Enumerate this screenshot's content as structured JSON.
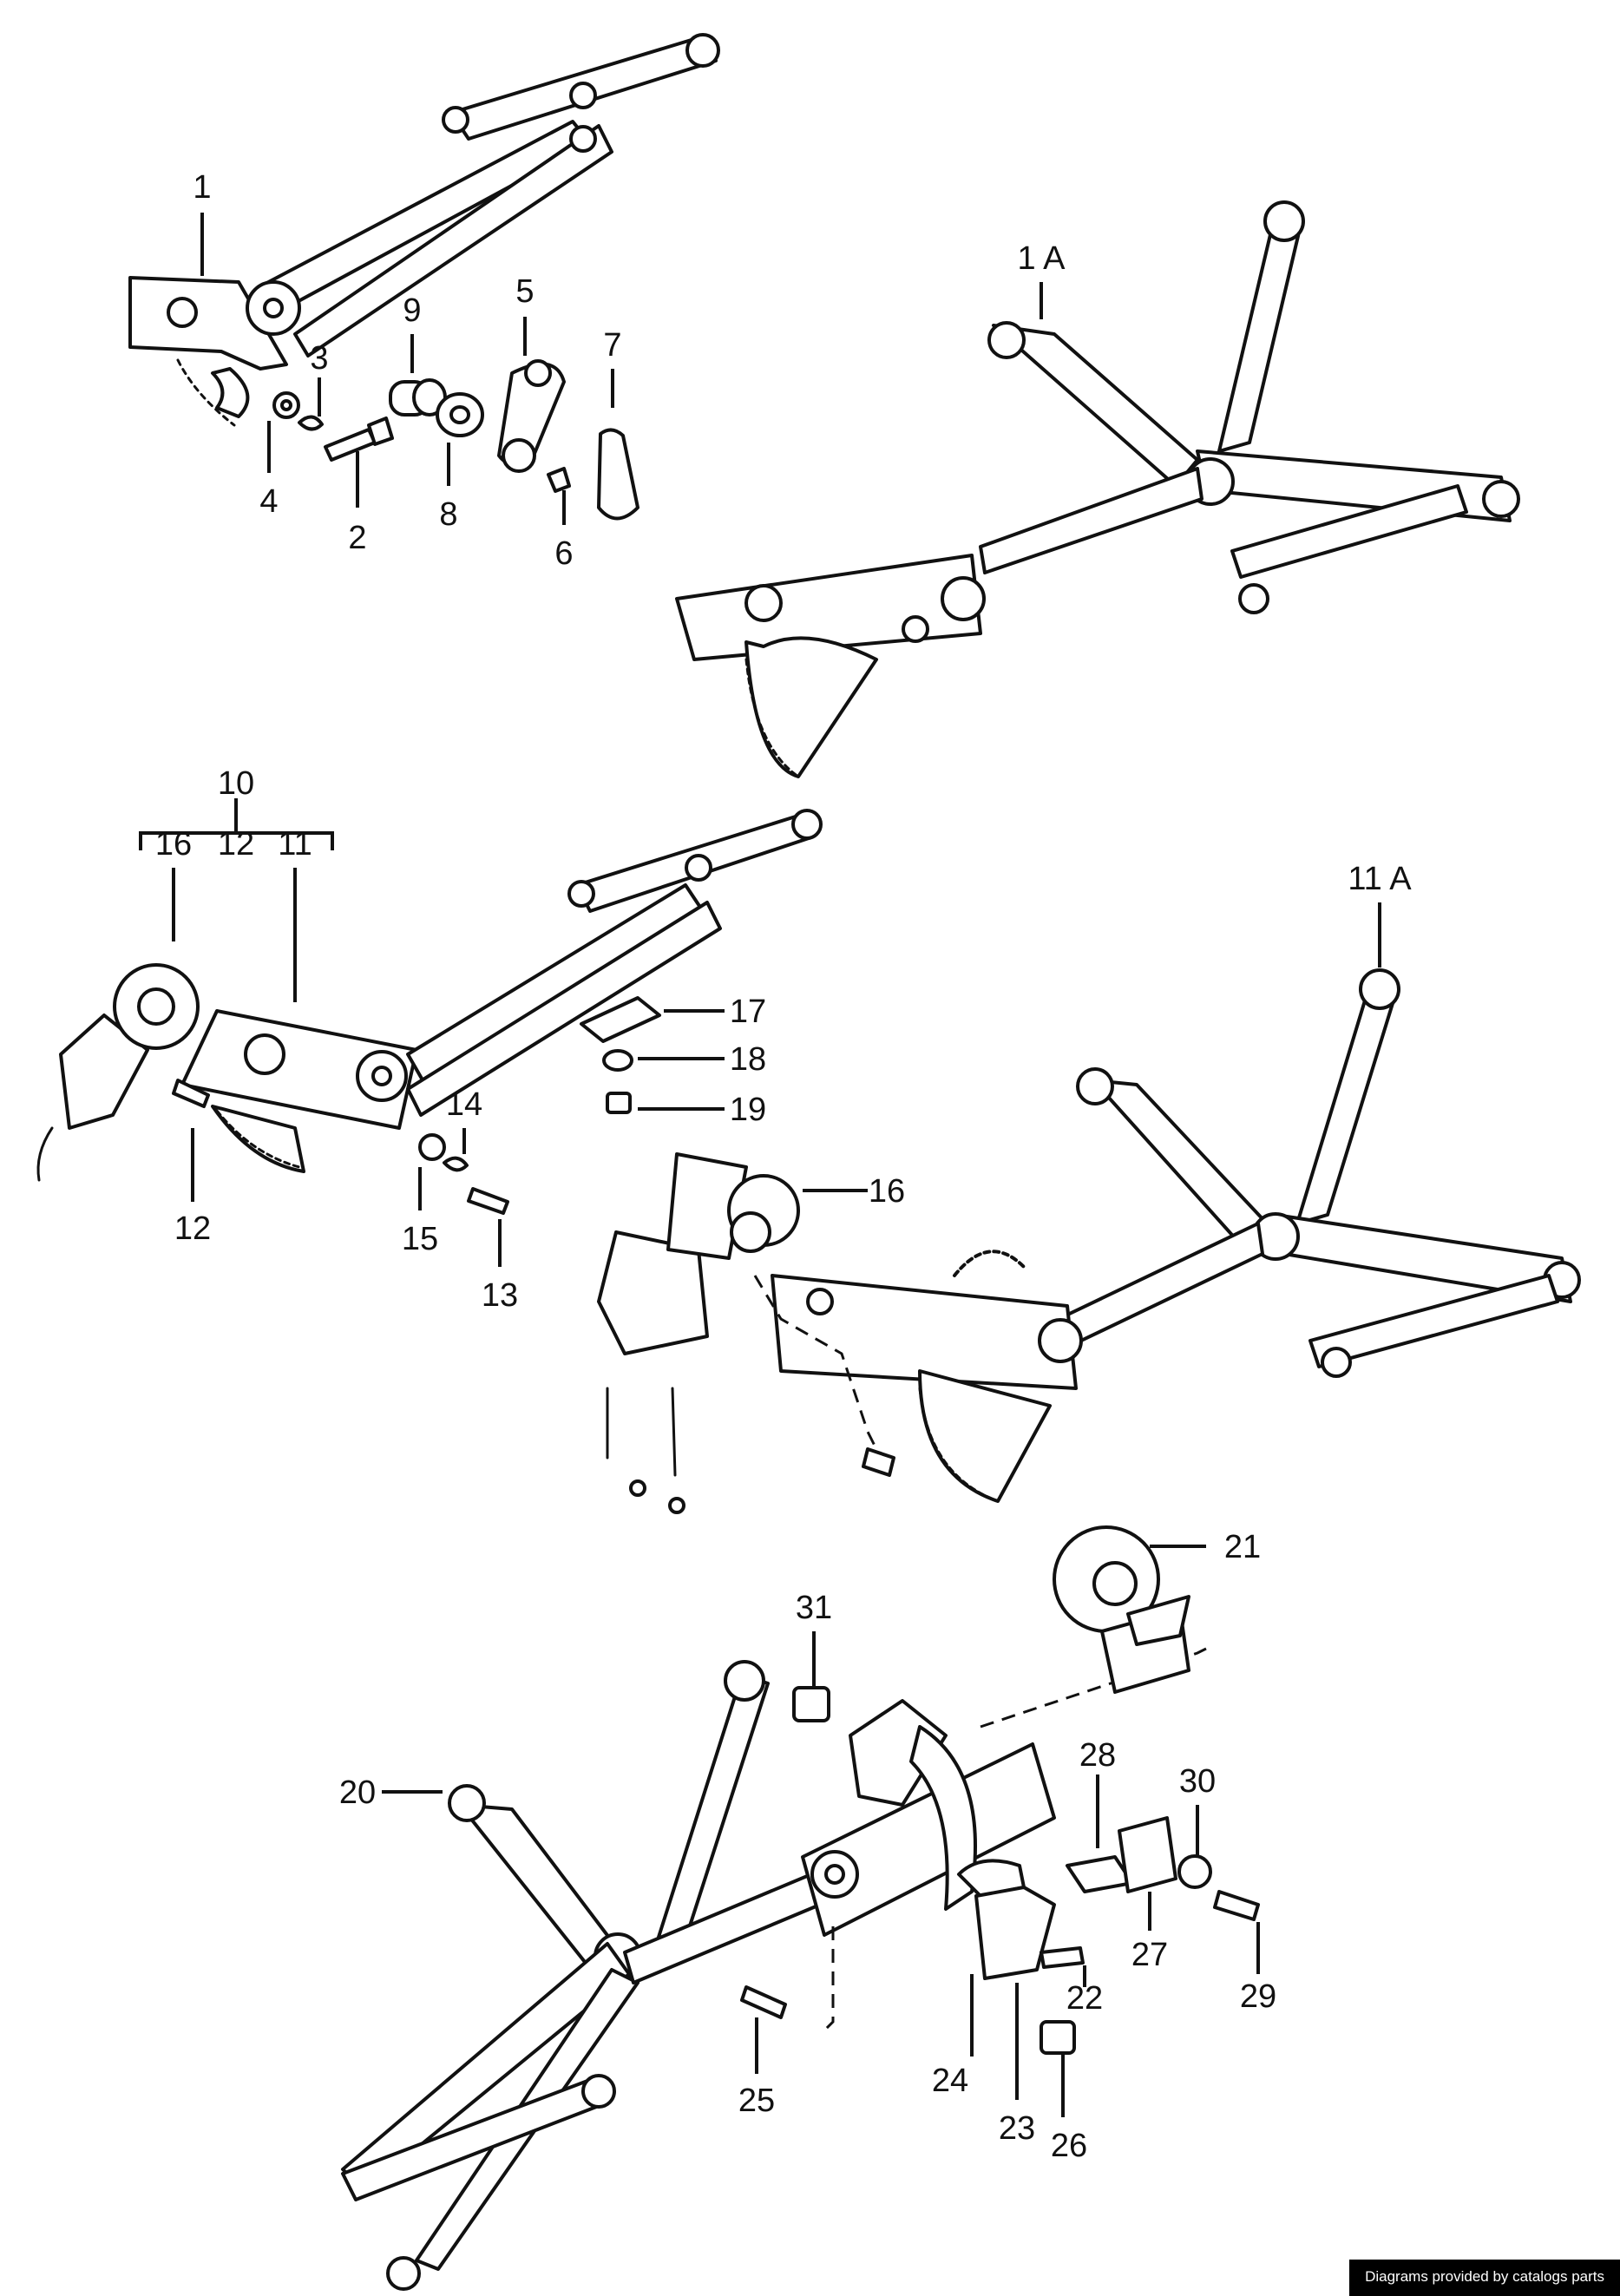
{
  "labels": {
    "p1": "1",
    "p1a": "1 A",
    "p2": "2",
    "p3": "3",
    "p4": "4",
    "p5": "5",
    "p6": "6",
    "p7": "7",
    "p8": "8",
    "p9": "9",
    "p10": "10",
    "g16": "16",
    "g12": "12",
    "g11": "11",
    "p11a": "11 A",
    "p12": "12",
    "p13": "13",
    "p14": "14",
    "p15": "15",
    "p16": "16",
    "p17": "17",
    "p18": "18",
    "p19": "19",
    "p20": "20",
    "p21": "21",
    "p22": "22",
    "p23": "23",
    "p24": "24",
    "p25": "25",
    "p26": "26",
    "p27": "27",
    "p28": "28",
    "p29": "29",
    "p30": "30",
    "p31": "31"
  },
  "credit": "Diagrams provided by catalogs parts"
}
